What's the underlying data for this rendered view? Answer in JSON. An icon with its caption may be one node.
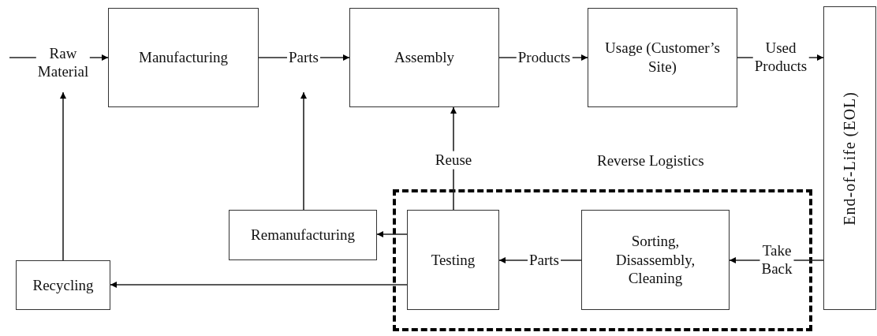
{
  "diagram": {
    "nodes": [
      {
        "text": [
          "Manufacturing"
        ]
      },
      {
        "text": [
          "Assembly"
        ]
      },
      {
        "text": [
          "Usage (Customer’s Site)"
        ]
      },
      {
        "text": [
          "End-of-Life (EOL)"
        ]
      },
      {
        "text": [
          "Reverse Logistics"
        ]
      },
      {
        "text": [
          "Remanufacturing"
        ]
      },
      {
        "text": [
          "Testing"
        ],
        "in": 4
      },
      {
        "text": [
          "Sorting, Disassembly, Cleaning"
        ],
        "in": 4
      },
      {
        "text": [
          "Recycling"
        ]
      }
    ],
    "edges": [
      {
        "from": null,
        "to": 0,
        "arrow": "to",
        "label": "Raw Material"
      },
      {
        "from": 0,
        "to": 1,
        "arrow": "to",
        "label": "Parts"
      },
      {
        "from": 1,
        "to": 2,
        "arrow": "to",
        "label": "Products"
      },
      {
        "from": 2,
        "to": 3,
        "arrow": "to",
        "label": "Used Products"
      },
      {
        "from": 3,
        "to": 7,
        "arrow": "to",
        "label": "Take Back"
      },
      {
        "from": 7,
        "to": 6,
        "arrow": "to",
        "label": "Parts"
      },
      {
        "from": 6,
        "to": 1,
        "arrow": "to",
        "label": "Reuse"
      },
      {
        "from": 6,
        "to": 5,
        "arrow": "to"
      },
      {
        "from": 6,
        "to": 8,
        "arrow": "to"
      },
      {
        "from": 5,
        "to": null,
        "arrow": "to"
      },
      {
        "from": 8,
        "to": null,
        "arrow": "to"
      }
    ]
  }
}
